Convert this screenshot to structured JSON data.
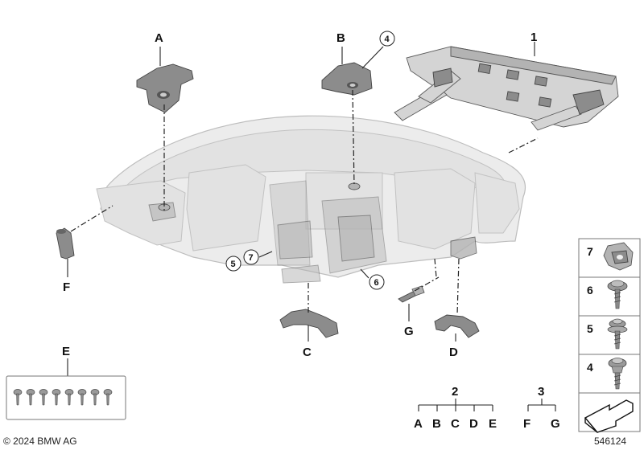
{
  "labels": {
    "part_1": "1",
    "part_2": "2",
    "part_3": "3",
    "A_top": "A",
    "B_top": "B",
    "F_left": "F",
    "E_left": "E",
    "C_bottom": "C",
    "D_bottom": "D",
    "G_bottom": "G",
    "circle_4": "4",
    "circle_5": "5",
    "circle_7": "7",
    "circle_6": "6",
    "tree2": [
      "A",
      "B",
      "C",
      "D",
      "E"
    ],
    "tree3": [
      "F",
      "G"
    ]
  },
  "legend": {
    "items": [
      {
        "number": "7",
        "icon": "clip-nut-icon"
      },
      {
        "number": "6",
        "icon": "flange-screw-icon"
      },
      {
        "number": "5",
        "icon": "washer-screw-icon"
      },
      {
        "number": "4",
        "icon": "collar-screw-icon"
      }
    ],
    "arrow_icon": "direction-arrow-icon"
  },
  "footer": {
    "copyright": "© 2024 BMW AG",
    "diagram_number": "546124"
  }
}
